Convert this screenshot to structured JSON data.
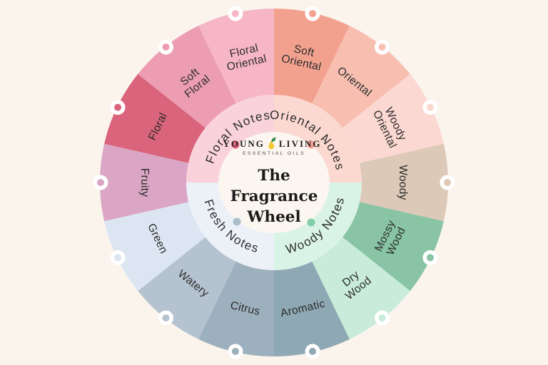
{
  "page": {
    "background": "#faf4ec"
  },
  "wheel": {
    "center": {
      "title": "The Fragrance Wheel",
      "title_line1": "The Fragrance",
      "title_line2": "Wheel",
      "circle_color": "#fbf6ef",
      "brand": {
        "left": "YOUNG",
        "right": "LIVING",
        "mark": "™",
        "tagline": "ESSENTIAL OILS",
        "drop_color": "#f2c832",
        "leaf_color": "#1d7e3b"
      }
    },
    "marker_ring_color": "#ffffff",
    "label_color": "#2d2d2d",
    "families": [
      {
        "label": "Oriental Notes",
        "color": "#fbd8d0",
        "dot_color": "#f4a091"
      },
      {
        "label": "Woody Notes",
        "color": "#d9f3e7",
        "dot_color": "#85cda8"
      },
      {
        "label": "Fresh Notes",
        "color": "#ecf1f8",
        "dot_color": "#a9bdcb"
      },
      {
        "label": "Floral Notes",
        "color": "#f9d2dc",
        "dot_color": "#e0607a"
      }
    ],
    "segments": [
      {
        "label": "Soft Oriental",
        "lines": [
          "Soft",
          "Oriental"
        ],
        "color": "#f3a18f"
      },
      {
        "label": "Oriental",
        "lines": [
          "Oriental"
        ],
        "color": "#f8bfb1"
      },
      {
        "label": "Woody Oriental",
        "lines": [
          "Woody",
          "Oriental"
        ],
        "color": "#fbd8d1"
      },
      {
        "label": "Woody",
        "lines": [
          "Woody"
        ],
        "color": "#ddc9b8"
      },
      {
        "label": "Mossy Wood",
        "lines": [
          "Mossy",
          "Wood"
        ],
        "color": "#89c5a4"
      },
      {
        "label": "Dry Wood",
        "lines": [
          "Dry",
          "Wood"
        ],
        "color": "#c8ebda"
      },
      {
        "label": "Aromatic",
        "lines": [
          "Aromatic"
        ],
        "color": "#8ea8b4"
      },
      {
        "label": "Citrus",
        "lines": [
          "Citrus"
        ],
        "color": "#9db0bd"
      },
      {
        "label": "Watery",
        "lines": [
          "Watery"
        ],
        "color": "#b5c3d0"
      },
      {
        "label": "Green",
        "lines": [
          "Green"
        ],
        "color": "#dce6f2"
      },
      {
        "label": "Fruity",
        "lines": [
          "Fruity"
        ],
        "color": "#dba6c5"
      },
      {
        "label": "Floral",
        "lines": [
          "Floral"
        ],
        "color": "#d9647b"
      },
      {
        "label": "Soft Floral",
        "lines": [
          "Soft",
          "Floral"
        ],
        "color": "#ec9db2"
      },
      {
        "label": "Floral Oriental",
        "lines": [
          "Floral",
          "Oriental"
        ],
        "color": "#f6b6c6"
      }
    ]
  }
}
